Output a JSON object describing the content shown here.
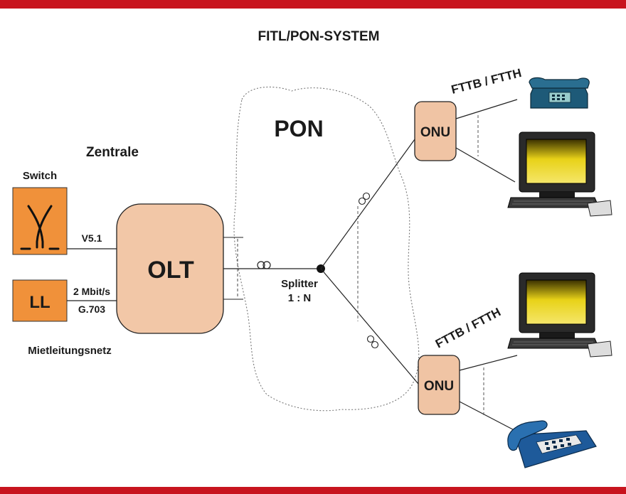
{
  "title": "FITL/PON-SYSTEM",
  "labels": {
    "pon": "PON",
    "zentrale": "Zentrale",
    "switch": "Switch",
    "olt": "OLT",
    "ll": "LL",
    "v51": "V5.1",
    "mbit": "2 Mbit/s",
    "g703": "G.703",
    "mietleitungsnetz": "Mietleitungsnetz",
    "splitter": "Splitter",
    "ratio": "1 : N",
    "onu_top": "ONU",
    "onu_bottom": "ONU",
    "fttb_top": "FTTB / FTTH",
    "fttb_bottom": "FTTB / FTTH"
  },
  "colors": {
    "frame_red": "#c8141e",
    "orange_box": "#f0913a",
    "olt_fill": "#f2c7a7",
    "onu_fill": "#f0c4a4",
    "text": "#1a1a1a",
    "phone_top": "#1e5a78",
    "phone_bottom": "#1e5a9a",
    "screen_yellow": "#e8d218"
  },
  "icons": {
    "switch": "crossed-lines-icon",
    "telephone": "telephone-icon",
    "computer": "computer-terminal-icon",
    "coupler": "fiber-coil-icon"
  }
}
